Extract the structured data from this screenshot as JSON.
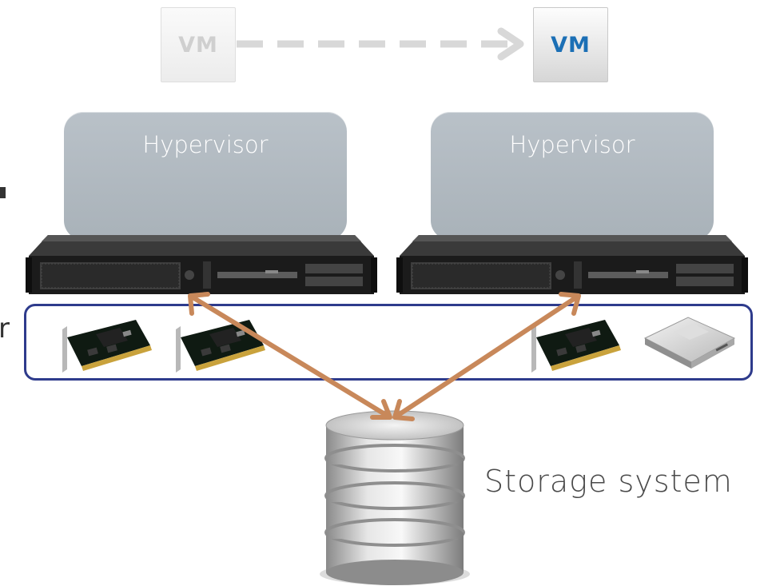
{
  "vm": {
    "source_label": "VM",
    "target_label": "VM"
  },
  "hosts": [
    {
      "hypervisor_label": "Hypervisor"
    },
    {
      "hypervisor_label": "Hypervisor"
    }
  ],
  "left_edge_text": "r",
  "storage": {
    "label": "Storage system"
  },
  "colors": {
    "vm_target_text": "#1b6fb5",
    "hypervisor_fill": "#b0b8bf",
    "cache_layer_border": "#2e3b8c",
    "arrow": "#c8885a",
    "migration_arrow": "#d8d8d8"
  }
}
